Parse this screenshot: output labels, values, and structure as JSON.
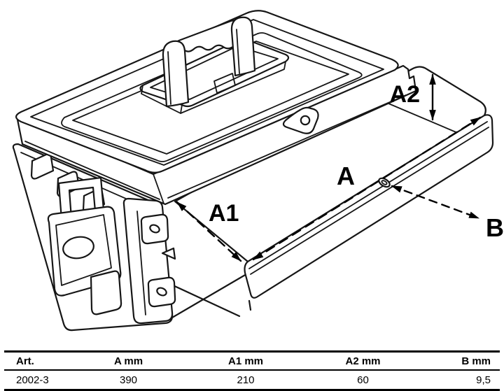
{
  "drawing": {
    "dimension_labels": {
      "a": "A",
      "a1": "A1",
      "a2": "A2",
      "b": "B"
    }
  },
  "table": {
    "headers": [
      "Art.",
      "A mm",
      "A1 mm",
      "A2 mm",
      "B mm"
    ],
    "row": [
      "2002-3",
      "390",
      "210",
      "60",
      "9,5"
    ]
  }
}
